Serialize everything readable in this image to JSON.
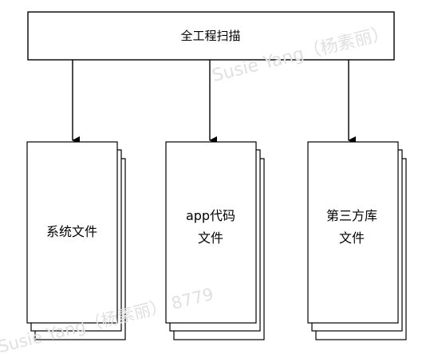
{
  "diagram": {
    "top_box": {
      "label": "全工程扫描"
    },
    "stacks": [
      {
        "id": "system",
        "lines": [
          "系统文件"
        ]
      },
      {
        "id": "app",
        "lines": [
          "app代码",
          "文件"
        ]
      },
      {
        "id": "thirdparty",
        "lines": [
          "第三方库",
          "文件"
        ]
      }
    ]
  },
  "watermarks": {
    "top": "Susie Yang（杨素丽）",
    "bottom": "Susie Yang（杨素丽） 8779"
  },
  "colors": {
    "stroke": "#000000",
    "fill": "#ffffff",
    "watermark": "#e0e0e0"
  }
}
